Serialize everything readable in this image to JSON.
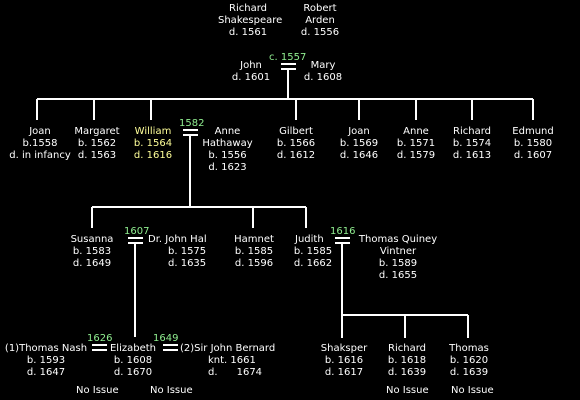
{
  "people": {
    "richard_sr": {
      "name": "Richard\nShakespeare",
      "lines": [
        "d. 1561"
      ]
    },
    "robert_arden": {
      "name": "Robert\nArden",
      "lines": [
        "d. 1556"
      ]
    },
    "john": {
      "name": "John",
      "lines": [
        "d. 1601"
      ]
    },
    "mary": {
      "name": "Mary",
      "lines": [
        "d. 1608"
      ]
    },
    "joan1": {
      "name": "Joan",
      "lines": [
        "b.1558",
        "d. in infancy"
      ]
    },
    "margaret": {
      "name": "Margaret",
      "lines": [
        "b. 1562",
        "d. 1563"
      ]
    },
    "william": {
      "name": "William",
      "lines": [
        "b. 1564",
        "d. 1616"
      ]
    },
    "anne_hathaway": {
      "name": "Anne\nHathaway",
      "lines": [
        "b. 1556",
        "d. 1623"
      ]
    },
    "gilbert": {
      "name": "Gilbert",
      "lines": [
        "b. 1566",
        "d. 1612"
      ]
    },
    "joan2": {
      "name": "Joan",
      "lines": [
        "b. 1569",
        "d. 1646"
      ]
    },
    "anne": {
      "name": "Anne",
      "lines": [
        "b. 1571",
        "d. 1579"
      ]
    },
    "richard": {
      "name": "Richard",
      "lines": [
        "b. 1574",
        "d. 1613"
      ]
    },
    "edmund": {
      "name": "Edmund",
      "lines": [
        "b. 1580",
        "d. 1607"
      ]
    },
    "susanna": {
      "name": "Susanna",
      "lines": [
        "b. 1583",
        "d. 1649"
      ]
    },
    "john_hall": {
      "name": "Dr. John Hal",
      "lines": [
        "b. 1575",
        "d. 1635"
      ]
    },
    "hamnet": {
      "name": "Hamnet",
      "lines": [
        "b. 1585",
        "d. 1596"
      ]
    },
    "judith": {
      "name": "Judith",
      "lines": [
        "b. 1585",
        "d. 1662"
      ]
    },
    "thomas_quiney": {
      "name": "Thomas Quiney",
      "lines": [
        "Vintner",
        "b. 1589",
        "d. 1655"
      ]
    },
    "thomas_nash": {
      "name": "(1)Thomas Nash",
      "lines": [
        "b. 1593",
        "d. 1647"
      ]
    },
    "elizabeth": {
      "name": "Elizabeth",
      "lines": [
        "b. 1608",
        "d. 1670"
      ]
    },
    "john_bernard": {
      "name": "(2)Sir John Bernard",
      "lines": [
        "knt. 1661",
        "d.      1674"
      ]
    },
    "shaksper": {
      "name": "Shaksper",
      "lines": [
        "b. 1616",
        "d. 1617"
      ]
    },
    "richard_q": {
      "name": "Richard",
      "lines": [
        "b. 1618",
        "d. 1639"
      ]
    },
    "thomas_q": {
      "name": "Thomas",
      "lines": [
        "b. 1620",
        "d. 1639"
      ]
    }
  },
  "marriages": {
    "john_mary": "c. 1557",
    "william_anne": "1582",
    "susanna_hall": "1607",
    "judith_quiney": "1616",
    "nash_elizabeth": "1626",
    "elizabeth_bernard": "1649"
  },
  "notes": {
    "no_issue_1": "No Issue",
    "no_issue_2": "No Issue",
    "no_issue_3": "No Issue",
    "no_issue_4": "No Issue"
  },
  "colors": {
    "background": "#000000",
    "text": "#ffffff",
    "year": "#90ee90",
    "highlight": "#ffff99"
  }
}
